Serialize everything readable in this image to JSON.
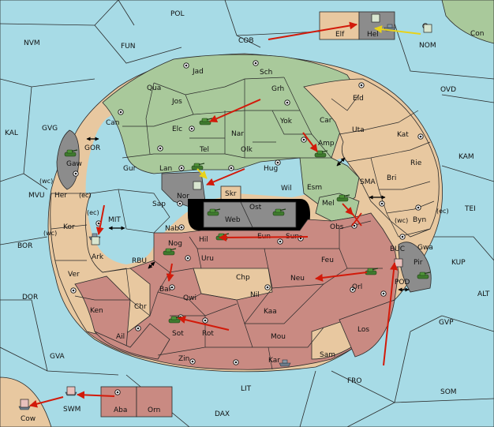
{
  "colors": {
    "sea": "#a7dbe6",
    "green_power": "#a9c99b",
    "tan_neutral": "#e8c8a0",
    "red_power": "#c98a82",
    "gray_power": "#8c8c8c",
    "black_power": "#000000",
    "order_arrow": "#d21a0a",
    "support_arrow": "#e8d21a"
  },
  "sea_labels": {
    "pol": "POL",
    "cob": "COB",
    "fun": "FUN",
    "nvm": "NVM",
    "ovd": "OVD",
    "kal": "KAL",
    "gvg": "GVG",
    "gor": "GOR",
    "kam": "KAM",
    "mvu": "MVU",
    "sma": "SMA",
    "tei": "TEI",
    "mit": "MIT",
    "bor": "BOR",
    "rbu": "RBU",
    "buc": "BUC",
    "kup": "KUP",
    "dor": "DOR",
    "pod": "POD",
    "alt": "ALT",
    "gvp": "GVP",
    "gva": "GVA",
    "fro": "FRO",
    "som": "SOM",
    "lit": "LIT",
    "swm": "SWM",
    "dax": "DAX",
    "nom": "NOM"
  },
  "land_labels": {
    "con": "Con",
    "elf": "Elf",
    "hel": "Hel",
    "jad": "Jad",
    "sch": "Sch",
    "qua": "Qua",
    "jos": "Jos",
    "grh": "Grh",
    "can": "Can",
    "elc": "Elc",
    "nar": "Nar",
    "yok": "Yok",
    "car": "Car",
    "eld": "Eld",
    "uta": "Uta",
    "kat": "Kat",
    "tel": "Tel",
    "olk": "Olk",
    "amp": "Amp",
    "gaw": "Gaw",
    "gur": "Gur",
    "lan": "Lan",
    "hug": "Hug",
    "rie": "Rie",
    "bri": "Bri",
    "nor": "Nor",
    "skr": "Skr",
    "wil": "Wil",
    "esm": "Esm",
    "her": "Her",
    "sap": "Sap",
    "ost": "Ost",
    "web": "Web",
    "mel": "Mel",
    "byn": "Byn",
    "kor": "Kor",
    "nab": "Nab",
    "eun": "Eun",
    "sun": "Sun",
    "obs": "Obs",
    "hil": "Hil",
    "nog": "Nog",
    "gwa": "Gwa",
    "ark": "Ark",
    "uru": "Uru",
    "feu": "Feu",
    "pir": "Pir",
    "ver": "Ver",
    "chp": "Chp",
    "neu": "Neu",
    "orl": "Orl",
    "bar": "Bar",
    "qwi": "Qwi",
    "nil": "Nil",
    "ken": "Ken",
    "chr": "Chr",
    "kaa": "Kaa",
    "sot": "Sot",
    "rot": "Rot",
    "los": "Los",
    "ail": "Ail",
    "mou": "Mou",
    "zin": "Zin",
    "kar": "Kar",
    "sam": "Sam",
    "aba": "Aba",
    "orn": "Orn",
    "cow": "Cow"
  },
  "coast_markers": {
    "wc1": "(wc)",
    "ec1": "(ec)",
    "ec2": "(ec)",
    "wc2": "(wc)",
    "wc3": "(wc)",
    "ec3": "(ec)"
  }
}
